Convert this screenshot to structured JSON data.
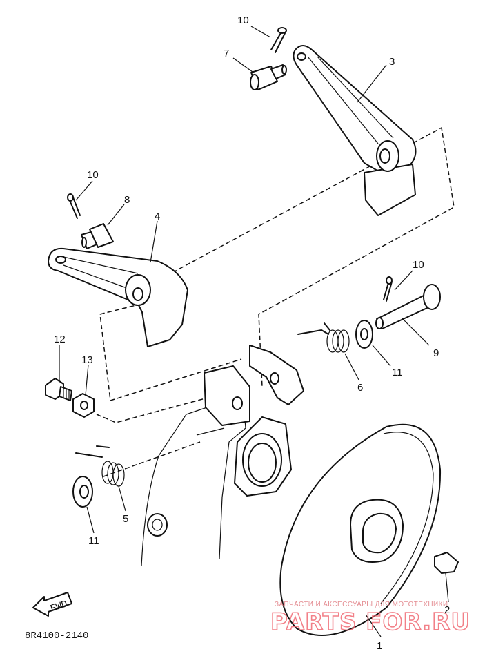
{
  "diagram": {
    "callouts": [
      {
        "id": "c10a",
        "label": "10"
      },
      {
        "id": "c7",
        "label": "7"
      },
      {
        "id": "c3",
        "label": "3"
      },
      {
        "id": "c10b",
        "label": "10"
      },
      {
        "id": "c8",
        "label": "8"
      },
      {
        "id": "c4",
        "label": "4"
      },
      {
        "id": "c10c",
        "label": "10"
      },
      {
        "id": "c12",
        "label": "12"
      },
      {
        "id": "c13",
        "label": "13"
      },
      {
        "id": "c9",
        "label": "9"
      },
      {
        "id": "c6",
        "label": "6"
      },
      {
        "id": "c11a",
        "label": "11"
      },
      {
        "id": "c5",
        "label": "5"
      },
      {
        "id": "c11b",
        "label": "11"
      },
      {
        "id": "c2",
        "label": "2"
      },
      {
        "id": "c1",
        "label": "1"
      }
    ],
    "fwd_label": "FWD",
    "drawing_code": "8R4100-2140"
  },
  "watermark": {
    "tagline": "ЗАПЧАСТИ И АКСЕССУАРЫ ДЛЯ МОТОТЕХНИКИ",
    "brand": "PARTS FOR.RU",
    "color": "#f06a74"
  }
}
